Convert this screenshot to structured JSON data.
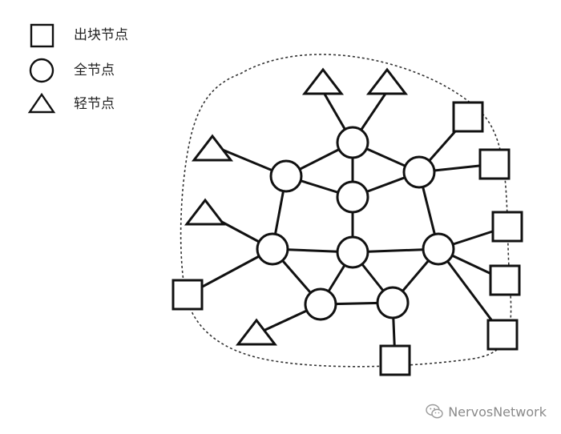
{
  "legend": {
    "items": [
      {
        "shape": "square",
        "label": "出块节点"
      },
      {
        "shape": "circle",
        "label": "全节点"
      },
      {
        "shape": "triangle",
        "label": "轻节点"
      }
    ]
  },
  "network": {
    "full_nodes": [
      "full-node-top",
      "full-node-upper-left",
      "full-node-upper-right",
      "full-node-center-mid",
      "full-node-left",
      "full-node-center",
      "full-node-right",
      "full-node-bottom-left",
      "full-node-bottom-right"
    ],
    "mining_nodes": [
      "mining-node-a",
      "mining-node-b",
      "mining-node-c",
      "mining-node-d",
      "mining-node-e",
      "mining-node-f",
      "mining-node-g"
    ],
    "light_nodes": [
      "light-node-a",
      "light-node-b",
      "light-node-c",
      "light-node-d",
      "light-node-e"
    ]
  },
  "watermark": {
    "text": "NervosNetwork",
    "icon": "wechat-icon"
  }
}
